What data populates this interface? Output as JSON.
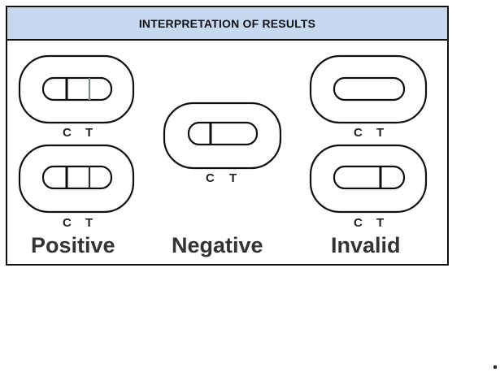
{
  "title": "INTERPRETATION OF RESULTS",
  "control_label": "C",
  "test_label": "T",
  "results": {
    "positive": "Positive",
    "negative": "Negative",
    "invalid": "Invalid"
  },
  "cassettes": [
    {
      "name": "positive-cassette-1",
      "result": "positive",
      "control_line": true,
      "test_line": true,
      "test_line_faint": true
    },
    {
      "name": "positive-cassette-2",
      "result": "positive",
      "control_line": true,
      "test_line": true,
      "test_line_faint": false
    },
    {
      "name": "negative-cassette",
      "result": "negative",
      "control_line": true,
      "test_line": false
    },
    {
      "name": "invalid-cassette-1",
      "result": "invalid",
      "control_line": false,
      "test_line": false
    },
    {
      "name": "invalid-cassette-2",
      "result": "invalid",
      "control_line": false,
      "test_line": true
    }
  ]
}
